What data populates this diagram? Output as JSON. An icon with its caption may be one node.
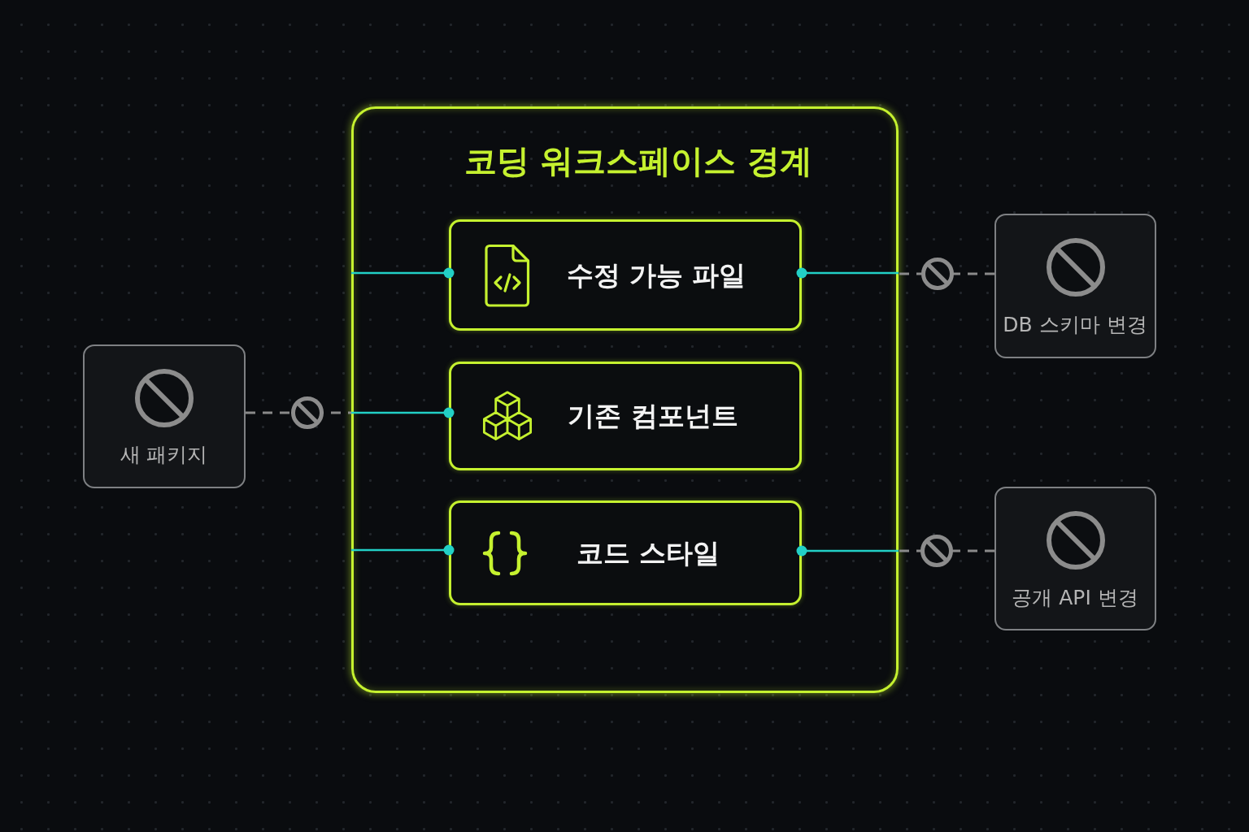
{
  "diagram": {
    "nodes": [
      {
        "text": [
          "코딩 워크스페이스 경계"
        ]
      },
      {
        "text": [
          "수정 가능 파일"
        ],
        "in": 0
      },
      {
        "text": [
          "기존 컴포넌트"
        ],
        "in": 0
      },
      {
        "text": [
          "코드 스타일"
        ],
        "in": 0
      },
      {
        "text": [
          "새 패키지"
        ]
      },
      {
        "text": [
          "DB 스키마 변경"
        ]
      },
      {
        "text": [
          "공개 API 변경"
        ]
      }
    ],
    "edges": [
      {
        "from": 0,
        "to": 1,
        "arrow": "other"
      },
      {
        "from": 0,
        "to": 2,
        "arrow": "other"
      },
      {
        "from": 0,
        "to": 3,
        "arrow": "other"
      },
      {
        "from": 0,
        "to": 1,
        "arrow": "other"
      },
      {
        "from": 0,
        "to": 3,
        "arrow": "other"
      },
      {
        "from": 4,
        "to": 0,
        "arrow": "none",
        "style": "dashed",
        "color": "#8a8a8a"
      },
      {
        "from": 5,
        "to": 0,
        "arrow": "none",
        "style": "dashed",
        "color": "#8a8a8a"
      },
      {
        "from": 6,
        "to": 0,
        "arrow": "none",
        "style": "dashed",
        "color": "#8a8a8a"
      }
    ]
  }
}
